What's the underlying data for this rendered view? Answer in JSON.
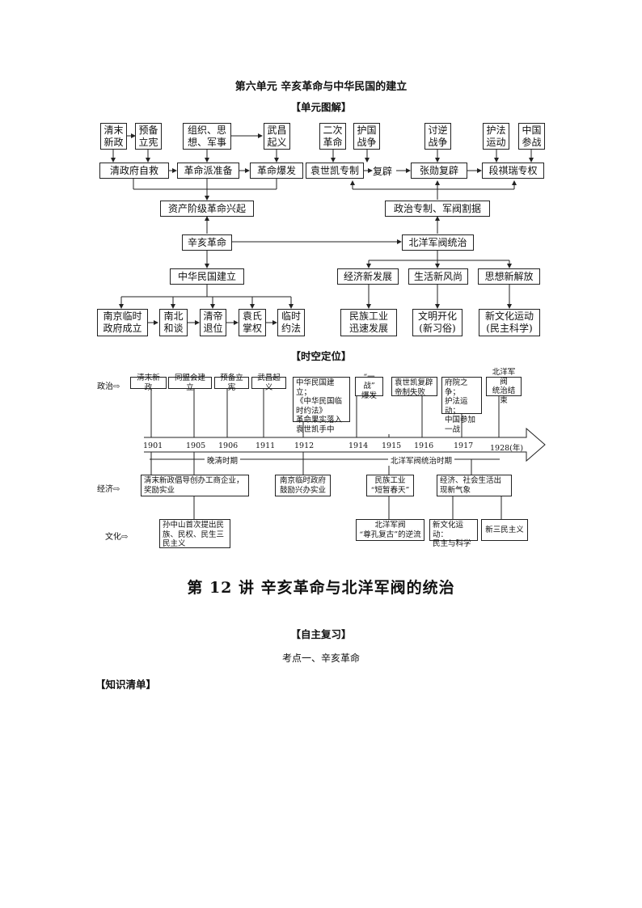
{
  "unit_title": "第六单元  辛亥革命与中华民国的建立",
  "section_unit_diagram": "【单元图解】",
  "diagram": {
    "top_left_boxes": [
      "清末\n新政",
      "预备\n立宪",
      "组织、思\n想、军事",
      "武昌\n起义"
    ],
    "top_right_boxes": [
      "二次\n革命",
      "护国\n战争",
      "讨逆\n战争",
      "护法\n运动",
      "中国\n参战"
    ],
    "row2_left": [
      "清政府自救",
      "革命派准备",
      "革命爆发"
    ],
    "row2_right": [
      "袁世凯专制",
      "复辟",
      "张勋复辟",
      "段祺瑞专权"
    ],
    "bourgeois_rise": "资产阶级革命兴起",
    "political_split": "政治专制、军阀割据",
    "xinhai": "辛亥革命",
    "beiyang": "北洋军阀统治",
    "roc_founded": "中华民国建立",
    "right_themes": [
      "经济新发展",
      "生活新风尚",
      "思想新解放"
    ],
    "bottom_left": [
      "南京临时\n政府成立",
      "南北\n和谈",
      "清帝\n退位",
      "袁氏\n掌权",
      "临时\n约法"
    ],
    "bottom_right": [
      "民族工业\n迅速发展",
      "文明开化\n(新习俗)",
      "新文化运动\n(民主科学)"
    ]
  },
  "section_timeline": "【时空定位】",
  "timeline": {
    "labels": {
      "politics": "政治⇨",
      "economy": "经济⇨",
      "culture": "文化⇨"
    },
    "politics_boxes": [
      "清末新政",
      "同盟会建立",
      "预备立宪",
      "武昌起义",
      "中华民国建立；\n《中华民国临\n时约法》\n革命果实落入\n袁世凯手中",
      "“一战”\n爆发",
      "袁世凯复辟\n帝制失败",
      "府院之争；\n护法运动；\n中国参加\n一战",
      "北洋军阀\n统治结束"
    ],
    "years": [
      "1901",
      "1905",
      "1906",
      "1911",
      "1912",
      "1914",
      "1915",
      "1916",
      "1917",
      "1928(年)"
    ],
    "periods": [
      "晚清时期",
      "北洋军阀统治时期"
    ],
    "economy_boxes": [
      "清末新政倡导创办工商企业，\n奖励实业",
      "南京临时政府\n鼓励兴办实业",
      "民族工业\n“短暂春天”",
      "经济、社会生活出\n现新气象"
    ],
    "culture_boxes": [
      "孙中山首次提出民\n族、民权、民生三\n民主义",
      "北洋军阀\n“尊孔复古”的逆流",
      "新文化运动：\n民主与科学",
      "新三民主义"
    ]
  },
  "lecture_title": "第 12 讲    辛亥革命与北洋军阀的统治",
  "section_self_review": "【自主复习】",
  "exam_point": "考点一、辛亥革命",
  "knowledge_list": "【知识清单】"
}
